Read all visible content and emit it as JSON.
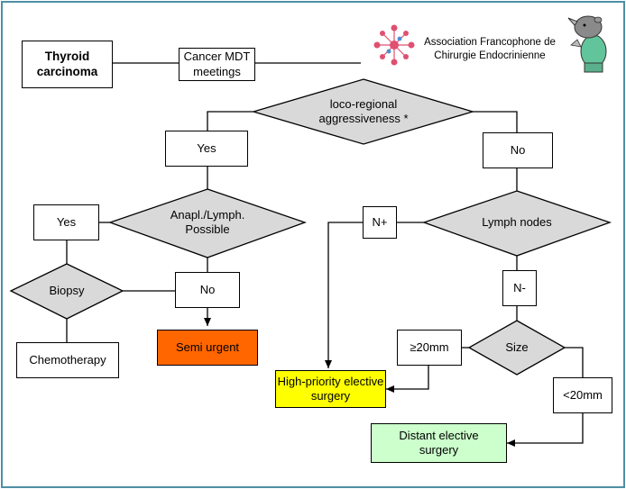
{
  "header": {
    "thyroid_label": "Thyroid carcinoma",
    "mdt_label": "Cancer MDT meetings",
    "association_name": "Association Francophone de Chirurgie Endocrinienne"
  },
  "decisions": {
    "aggressiveness": "loco-regional aggressiveness *",
    "anaplastic": "Anapl./Lymph. Possible",
    "biopsy": "Biopsy",
    "lymph_nodes": "Lymph nodes",
    "size": "Size"
  },
  "boxes": {
    "yes_aggr": "Yes",
    "no_aggr": "No",
    "yes_anapl": "Yes",
    "no_anapl": "No",
    "chemotherapy": "Chemotherapy",
    "semi_urgent": "Semi urgent",
    "n_plus": "N+",
    "n_minus": "N-",
    "ge20": "≥20mm",
    "lt20": "<20mm",
    "high_priority": "High-priority elective surgery",
    "distant": "Distant elective surgery"
  },
  "colors": {
    "frame": "#4f8fa6",
    "diamond_fill": "#d9d9d9",
    "semi_urgent": "#ff6600",
    "high_priority": "#ffff00",
    "distant": "#ccffcc",
    "logo_node": "#e05070"
  },
  "icons": [
    "network-logo-icon",
    "rhino-surgeon-mascot-icon"
  ]
}
